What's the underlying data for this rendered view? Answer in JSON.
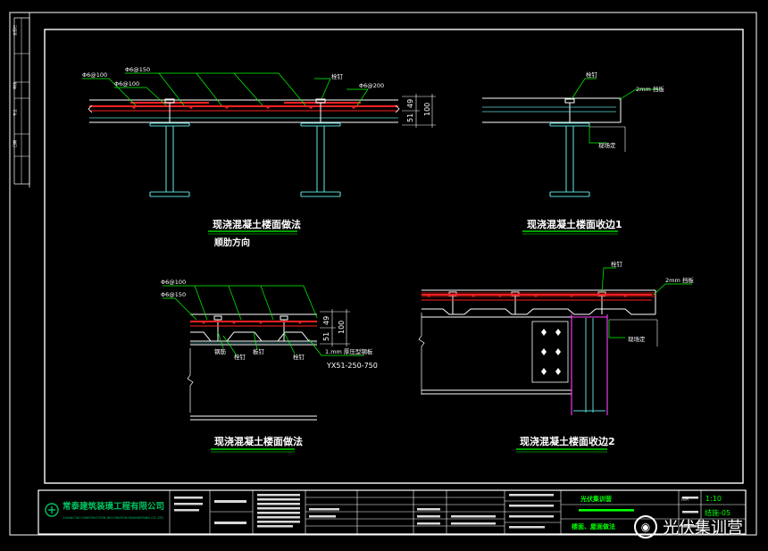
{
  "colors": {
    "background": "#000000",
    "frame": "#ffffff",
    "rebar": "#ff2020",
    "concrete": "#ffffff",
    "steel": "#5ad6d6",
    "leader": "#00ff00",
    "dim": "#ffffff",
    "title_underline": "#00ff00",
    "magenta": "#ff40ff",
    "title_green": "#00ff00",
    "logo_green": "#00c060"
  },
  "details": {
    "d1": {
      "title": "现浇混凝土楼面做法",
      "subtitle": "顺肋方向",
      "labels": {
        "a": "Φ6@100",
        "b": "Φ6@150",
        "c": "Φ6@100",
        "d": "栓钉",
        "e": "Φ6@200"
      },
      "dims": {
        "d1": "51",
        "d2": "49",
        "d3": "100"
      }
    },
    "d2": {
      "title": "现浇混凝土楼面收边1",
      "labels": {
        "a": "栓钉",
        "b": "2mm 挡板",
        "c": "现场定"
      }
    },
    "d3": {
      "title": "现浇混凝土楼面做法",
      "labels": {
        "a": "Φ6@100",
        "b": "Φ6@150",
        "c": "钢筋",
        "d": "栓钉",
        "e": "板钉",
        "f": "栓钉",
        "g": "1.mm 厚压型钢板",
        "h": "YX51-250-750"
      },
      "dims": {
        "d1": "51",
        "d2": "49",
        "d3": "100"
      }
    },
    "d4": {
      "title": "现浇混凝土楼面收边2",
      "labels": {
        "a": "栓钉",
        "b": "2mm 挡板",
        "c": "现场定"
      }
    }
  },
  "title_block": {
    "company_cn": "常泰建筑装璜工程有限公司",
    "company_en": "CHANG TAI CONSTRUCTION DECORATION ENGINEERING CO.,LTD",
    "project": "光伏集训营",
    "drawing_name": "楼面、屋面做法",
    "scale_label": "比例",
    "scale": "1:10",
    "sheet_no": "结施-05"
  },
  "watermark": {
    "text": "光伏集训营"
  }
}
